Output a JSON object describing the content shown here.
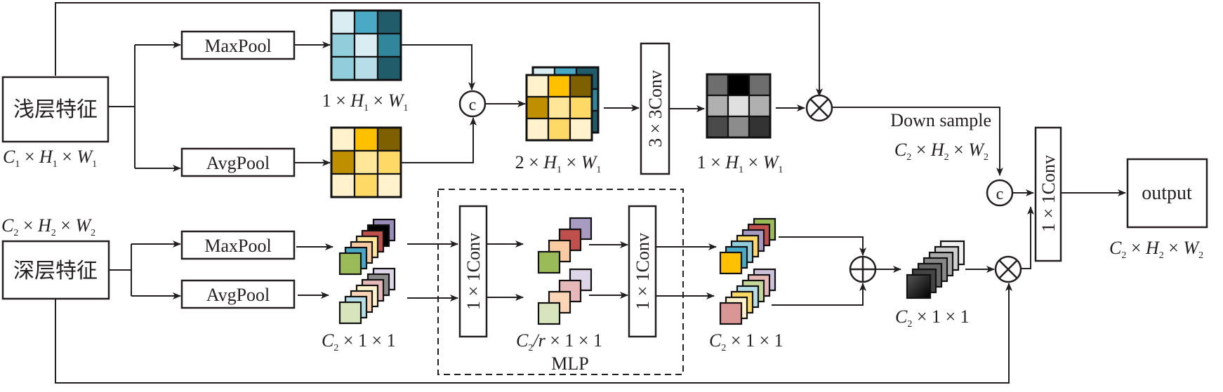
{
  "diagram": {
    "shallow_feature": {
      "label": "浅层特征",
      "dims": {
        "c": "C",
        "c_sub": "1",
        "h": "H",
        "h_sub": "1",
        "w": "W",
        "w_sub": "1"
      }
    },
    "deep_feature": {
      "label": "深层特征",
      "dims": {
        "c": "C",
        "c_sub": "2",
        "h": "H",
        "h_sub": "2",
        "w": "W",
        "w_sub": "2"
      }
    },
    "ops": {
      "maxpool": "MaxPool",
      "avgpool": "AvgPool",
      "conv3x3": "3 × 3Conv",
      "conv1x1": "1 × 1Conv",
      "concat": "c",
      "multiply": "⊗",
      "add": "⊕",
      "output": "output",
      "down_sample": "Down sample",
      "mlp": "MLP"
    },
    "shape_labels": {
      "maxpool_map": "1 × H₁ × W₁",
      "concat_map": "2 × H₁ × W₁",
      "conv_map": "1 × H₁ × W₁",
      "downsample": "C₂ × H₂ × W₂",
      "pooled_vectors": "C₂ × 1 × 1",
      "mlp_hidden": "C₂/r × 1 × 1",
      "mlp_out": "C₂ × 1 × 1",
      "channel_weights": "C₂ × 1 × 1",
      "output": "C₂ × H₂ × W₂"
    },
    "colors": {
      "maxpool_grid": [
        "#daedf3",
        "#4aaac6",
        "#215c6b",
        "#92cddc",
        "#daedf3",
        "#31869b",
        "#92cddc",
        "#b7dde8",
        "#215c6b"
      ],
      "avgpool_grid": [
        "#fff2cc",
        "#ffc000",
        "#7f6000",
        "#bf8f00",
        "#ffe699",
        "#ffd966",
        "#fff2cc",
        "#ffd966",
        "#fff2cc"
      ],
      "conv_grid": [
        "#6e6e6e",
        "#000000",
        "#6e6e6e",
        "#b0b0b0",
        "#e0e0e0",
        "#b0b0b0",
        "#4a4a4a",
        "#8c8c8c",
        "#333333"
      ],
      "max_stack": [
        "#9b8cba",
        "#000000",
        "#c0504d",
        "#ffe699",
        "#f8cba3",
        "#4aaac6",
        "#9bbb59"
      ],
      "avg_stack": [
        "#ddd5e8",
        "#8c8c8c",
        "#e6b9b8",
        "#fff2cc",
        "#fbd5b5",
        "#b7dde8",
        "#d7e4bc"
      ],
      "mlp_max": [
        "#a89bc2",
        "#c0504d",
        "#f8cba3",
        "#9bbb59"
      ],
      "mlp_avg": [
        "#ddd5e8",
        "#e6b9b8",
        "#fbd5b5",
        "#d7e4bc"
      ],
      "out_max": [
        "#9bbb59",
        "#c0504d",
        "#a89bc2",
        "#ffd966",
        "#92cddc",
        "#4aaac6",
        "#ffc000"
      ],
      "out_avg": [
        "#ccc0da",
        "#e6b9b8",
        "#c3d69b",
        "#b7dde8",
        "#ffd966",
        "#fff2cc",
        "#da9694"
      ]
    }
  }
}
